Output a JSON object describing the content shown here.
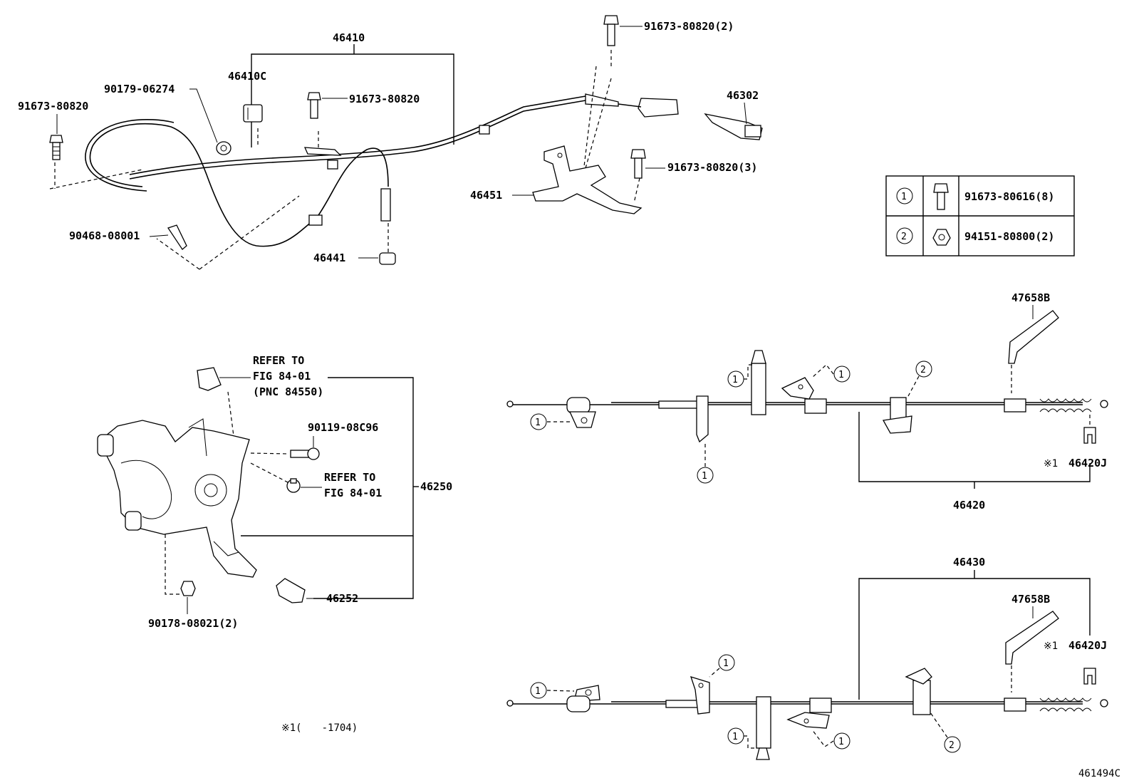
{
  "diagram_id": "461494C",
  "note": "※1(　　-1704)",
  "parts": {
    "p46410": "46410",
    "p46410C": "46410C",
    "p90179": "90179-06274",
    "p91673_left": "91673-80820",
    "p91673_mid": "91673-80820",
    "p91673_top": "91673-80820(2)",
    "p91673_right3": "91673-80820(3)",
    "p46302": "46302",
    "p46451": "46451",
    "p90468": "90468-08001",
    "p46441": "46441",
    "p46250": "46250",
    "p46252": "46252",
    "p90119": "90119-08C96",
    "p90178": "90178-08021(2)",
    "p46420": "46420",
    "p46420J_a": "46420J",
    "p46420J_b": "46420J",
    "p46430": "46430",
    "p47658B_a": "47658B",
    "p47658B_b": "47658B",
    "mark_a": "※1",
    "mark_b": "※1"
  },
  "refer": {
    "r1_line1": "REFER TO",
    "r1_line2": "FIG 84-01",
    "r1_line3": "(PNC 84550)",
    "r2_line1": "REFER TO",
    "r2_line2": "FIG 84-01"
  },
  "legend": {
    "rows": [
      {
        "num": "1",
        "icon": "bolt-icon",
        "part": "91673-80616(8)"
      },
      {
        "num": "2",
        "icon": "nut-icon",
        "part": "94151-80800(2)"
      }
    ]
  },
  "callouts": {
    "one": "1",
    "two": "2"
  }
}
